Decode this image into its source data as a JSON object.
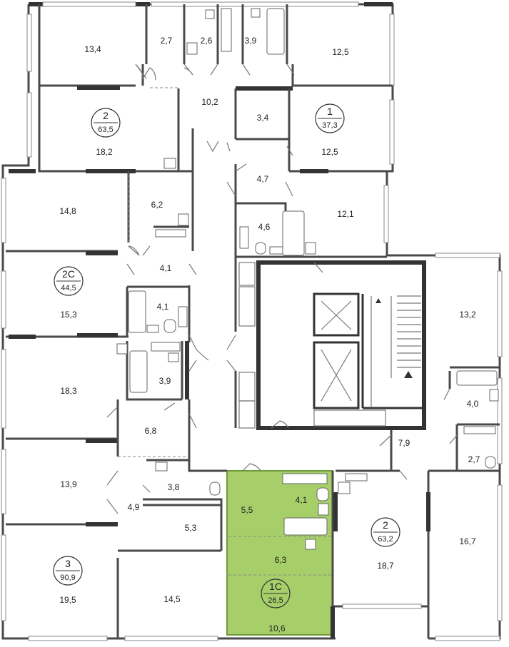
{
  "highlight_color": "#a6cf6a",
  "highlight_line_color": "#6f9a3a",
  "apartments": [
    {
      "id": "apt-2-top",
      "number": "2",
      "area": "63,5"
    },
    {
      "id": "apt-1",
      "number": "1",
      "area": "37,3"
    },
    {
      "id": "apt-2c",
      "number": "2C",
      "area": "44,5"
    },
    {
      "id": "apt-3",
      "number": "3",
      "area": "90,9"
    },
    {
      "id": "apt-1c",
      "number": "1C",
      "area": "26,5",
      "highlighted": true
    },
    {
      "id": "apt-2-bottom",
      "number": "2",
      "area": "63,2"
    }
  ],
  "rooms": {
    "r134": "13,4",
    "r27a": "2,7",
    "r26": "2,6",
    "r39a": "3,9",
    "r125a": "12,5",
    "r102": "10,2",
    "r182": "18,2",
    "r34": "3,4",
    "r125b": "12,5",
    "r47": "4,7",
    "r148": "14,8",
    "r62": "6,2",
    "r46": "4,6",
    "r121": "12,1",
    "r41a": "4,1",
    "r41b": "4,1",
    "r153": "15,3",
    "r132": "13,2",
    "r183": "18,3",
    "r39b": "3,9",
    "r40": "4,0",
    "r68": "6,8",
    "r79": "7,9",
    "r27b": "2,7",
    "r139": "13,9",
    "r38": "3,8",
    "r49": "4,9",
    "r55": "5,5",
    "r41c": "4,1",
    "r53": "5,3",
    "r63": "6,3",
    "r187": "18,7",
    "r167": "16,7",
    "r195": "19,5",
    "r145": "14,5",
    "r106": "10,6"
  }
}
